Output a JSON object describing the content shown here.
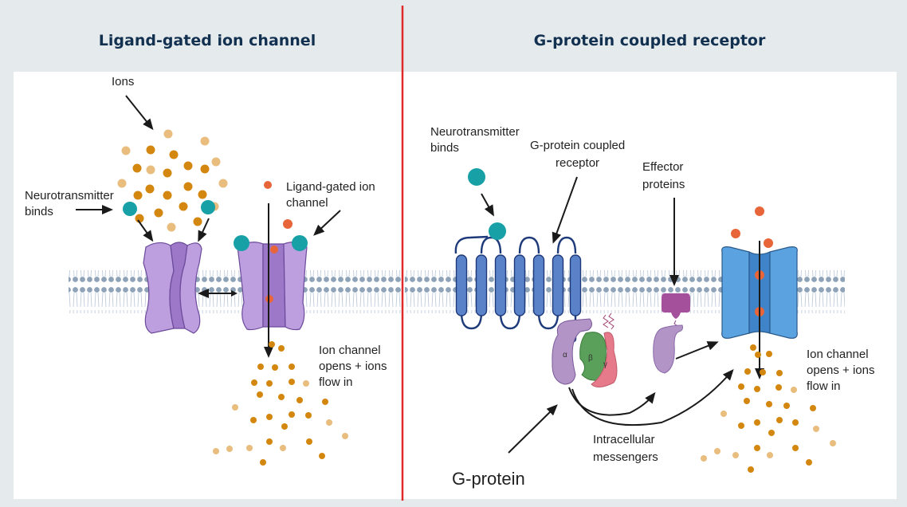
{
  "titles": {
    "left": "Ligand-gated ion channel",
    "right": "G-protein coupled receptor"
  },
  "left_labels": {
    "ions": "Ions",
    "nt_binds_1": "Neurotransmitter",
    "nt_binds_2": "binds",
    "lgic_1": "Ligand-gated ion",
    "lgic_2": "channel",
    "opens_1": "Ion channel",
    "opens_2": "opens + ions",
    "opens_3": "flow in"
  },
  "right_labels": {
    "nt_binds_1": "Neurotransmitter",
    "nt_binds_2": "binds",
    "gpcr_1": "G-protein coupled",
    "gpcr_2": "receptor",
    "effector_1": "Effector",
    "effector_2": "proteins",
    "opens_1": "Ion channel",
    "opens_2": "opens + ions",
    "opens_3": "flow in",
    "messengers_1": "Intracellular",
    "messengers_2": "messengers",
    "gprotein": "G-protein",
    "alpha": "α",
    "beta": "β",
    "gamma": "γ"
  },
  "colors": {
    "background": "#e5eaed",
    "title": "#12304f",
    "divider": "#e02a2a",
    "ion_dark": "#d4870f",
    "ion_light": "#e8bd7e",
    "neurotransmitter": "#17a0a6",
    "ligand_ion": "#e8653a",
    "channel_purple": "#b89ad8",
    "gpcr_blue": "#5a82c8",
    "channel_blue": "#5aa2e0",
    "effector": "#a4509a",
    "alpha": "#b394c6",
    "beta": "#5aa05a",
    "gamma": "#e67a8a",
    "membrane": "#8a9fb5"
  }
}
